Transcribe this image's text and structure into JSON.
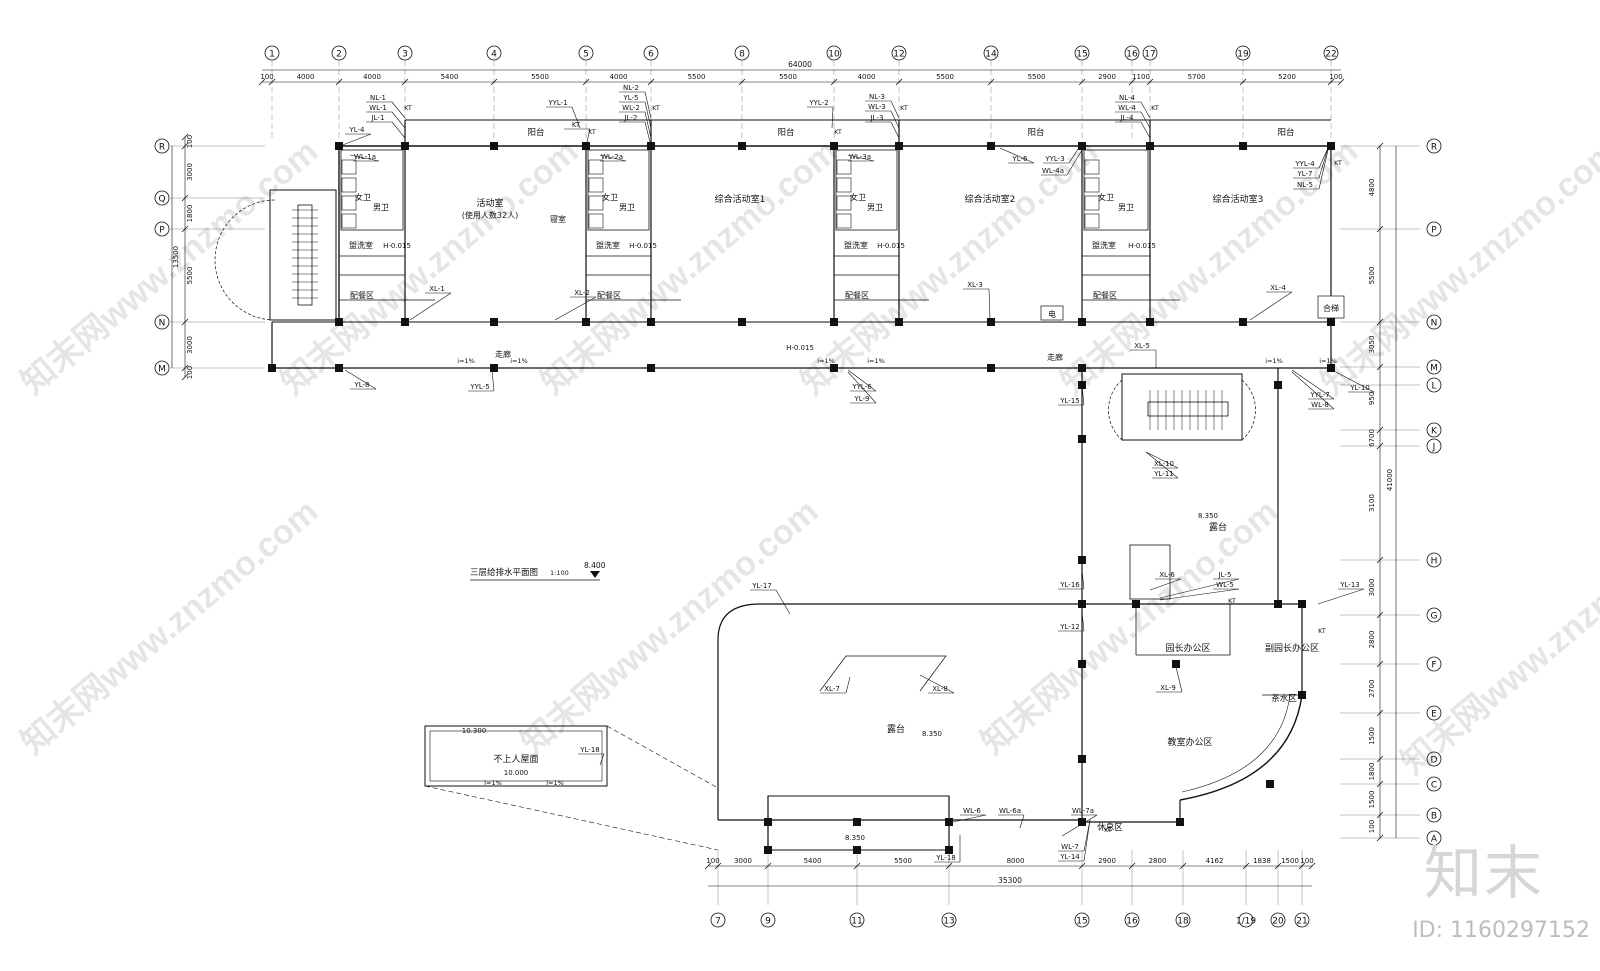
{
  "drawing": {
    "title": "三层给排水平面图",
    "scale": "1:100",
    "title_elev": "8.400",
    "overall_dim_top": "64000",
    "overall_dim_bottom": "35300",
    "overall_dim_right": "41000",
    "overall_dim_left": "13500"
  },
  "axes": {
    "top": [
      "1",
      "2",
      "3",
      "4",
      "5",
      "6",
      "8",
      "10",
      "12",
      "14",
      "15",
      "16",
      "17",
      "19",
      "22"
    ],
    "bottom": [
      "7",
      "9",
      "11",
      "13",
      "15",
      "16",
      "18",
      "1/19",
      "20",
      "21"
    ],
    "left": [
      "R",
      "Q",
      "P",
      "N",
      "M"
    ],
    "right": [
      "R",
      "P",
      "N",
      "M",
      "L",
      "K",
      "J",
      "H",
      "G",
      "F",
      "E",
      "D",
      "C",
      "B",
      "A"
    ]
  },
  "dims": {
    "top": [
      "100",
      "4000",
      "4000",
      "5400",
      "5500",
      "4000",
      "5500",
      "5500",
      "4000",
      "5500",
      "5500",
      "2900",
      "1100",
      "5700",
      "5200",
      "100"
    ],
    "bottom": [
      "100",
      "3000",
      "5400",
      "5500",
      "8000",
      "2900",
      "2800",
      "4162",
      "1838",
      "1500",
      "100"
    ],
    "left": [
      "100",
      "3000",
      "1800",
      "5500",
      "3000",
      "100"
    ],
    "right": [
      "4800",
      "5500",
      "3050",
      "950",
      "6700",
      "3100",
      "3000",
      "2800",
      "2700",
      "1500",
      "1800",
      "1500",
      "100"
    ]
  },
  "rooms": {
    "activity": "活动室",
    "activity_note": "(使用人数32人)",
    "bedroom": "寝室",
    "comp1": "综合活动室1",
    "comp2": "综合活动室2",
    "comp3": "综合活动室3",
    "female_wc": "女卫",
    "male_wc": "男卫",
    "wash": "盥洗室",
    "wash_h": "H-0.015",
    "serving": "配餐区",
    "balcony": "阳台",
    "corridor": "走廊",
    "corridor_h": "H-0.015",
    "terrace": "露台",
    "terrace_elev": "8.350",
    "terrace2_elev": "8.350",
    "terrace3_elev": "8.350",
    "principal": "园长办公区",
    "vice_principal": "副园长办公区",
    "tea": "茶水区",
    "teacher_office": "教室办公区",
    "rest": "休息区",
    "elec": "电",
    "lift": "合梯",
    "roof_note": "不上人屋面",
    "roof_elev_a": "10.300",
    "roof_elev_b": "10.000",
    "slope": "i=1%"
  },
  "pipes": [
    "NL-1",
    "WL-1",
    "JL-1",
    "YL-4",
    "YYL-1",
    "KT",
    "NL-2",
    "YL-5",
    "WL-2",
    "JL-2",
    "YYL-2",
    "NL-3",
    "WL-3",
    "JL-3",
    "YL-6",
    "YYL-3",
    "WL-4a",
    "NL-4",
    "WL-4",
    "JL-4",
    "YYL-4",
    "YL-7",
    "NL-5",
    "WL-1a",
    "WL-2a",
    "WL-3a",
    "XL-1",
    "XL-2",
    "XL-3",
    "XL-4",
    "YL-8",
    "YYL-5",
    "YYL-6",
    "YL-9",
    "XL-5",
    "YL-15",
    "YYL-7",
    "WL-8",
    "YL-10",
    "XL-10",
    "YL-11",
    "YL-16",
    "XL-6",
    "JL-5",
    "WL-5",
    "YL-12",
    "YL-13",
    "YL-17",
    "XL-7",
    "XL-8",
    "XL-9",
    "WL-6",
    "YL-18",
    "WL-6a",
    "WL-7a",
    "WL-7",
    "YL-14",
    "YL-18"
  ],
  "brand": {
    "logo": "知末",
    "id": "ID: 1160297152",
    "watermark": "知末网www.znzmo.com"
  }
}
